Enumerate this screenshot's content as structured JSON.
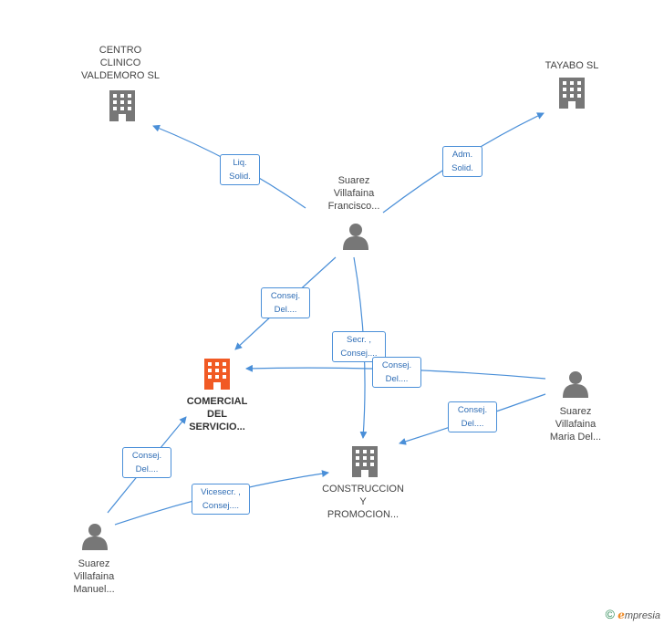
{
  "colors": {
    "edge": "#4a8fd8",
    "node": "#777777",
    "highlight": "#f15a24",
    "label_text": "#2f6db5"
  },
  "nodes": [
    {
      "id": "centro",
      "kind": "company",
      "lines": [
        "CENTRO",
        "CLINICO",
        "VALDEMORO SL"
      ],
      "icon": "building-icon"
    },
    {
      "id": "tayabo",
      "kind": "company",
      "lines": [
        "TAYABO SL"
      ],
      "icon": "building-icon"
    },
    {
      "id": "francisco",
      "kind": "person",
      "lines": [
        "Suarez",
        "Villafaina",
        "Francisco..."
      ],
      "icon": "person-icon"
    },
    {
      "id": "comercial",
      "kind": "company",
      "highlight": true,
      "lines": [
        "COMERCIAL",
        "DEL",
        "SERVICIO..."
      ],
      "icon": "building-icon"
    },
    {
      "id": "construccion",
      "kind": "company",
      "lines": [
        "CONSTRUCCION",
        "Y",
        "PROMOCION..."
      ],
      "icon": "building-icon"
    },
    {
      "id": "maria",
      "kind": "person",
      "lines": [
        "Suarez",
        "Villafaina",
        "Maria Del..."
      ],
      "icon": "person-icon"
    },
    {
      "id": "manuel",
      "kind": "person",
      "lines": [
        "Suarez",
        "Villafaina",
        "Manuel..."
      ],
      "icon": "person-icon"
    }
  ],
  "edges": [
    {
      "id": "e1",
      "lines": [
        "Liq.",
        "Solid."
      ]
    },
    {
      "id": "e2",
      "lines": [
        "Adm.",
        "Solid."
      ]
    },
    {
      "id": "e3",
      "lines": [
        "Consej.",
        "Del...."
      ]
    },
    {
      "id": "e4",
      "lines": [
        "Secr. ,",
        "Consej...."
      ]
    },
    {
      "id": "e5",
      "lines": [
        "Consej.",
        "Del...."
      ]
    },
    {
      "id": "e6",
      "lines": [
        "Consej.",
        "Del...."
      ]
    },
    {
      "id": "e7",
      "lines": [
        "Consej.",
        "Del...."
      ]
    },
    {
      "id": "e8",
      "lines": [
        "Vicesecr. ,",
        "Consej...."
      ]
    }
  ],
  "footer": {
    "symbol": "©",
    "brand_initial": "e",
    "brand_rest": "mpresia"
  }
}
